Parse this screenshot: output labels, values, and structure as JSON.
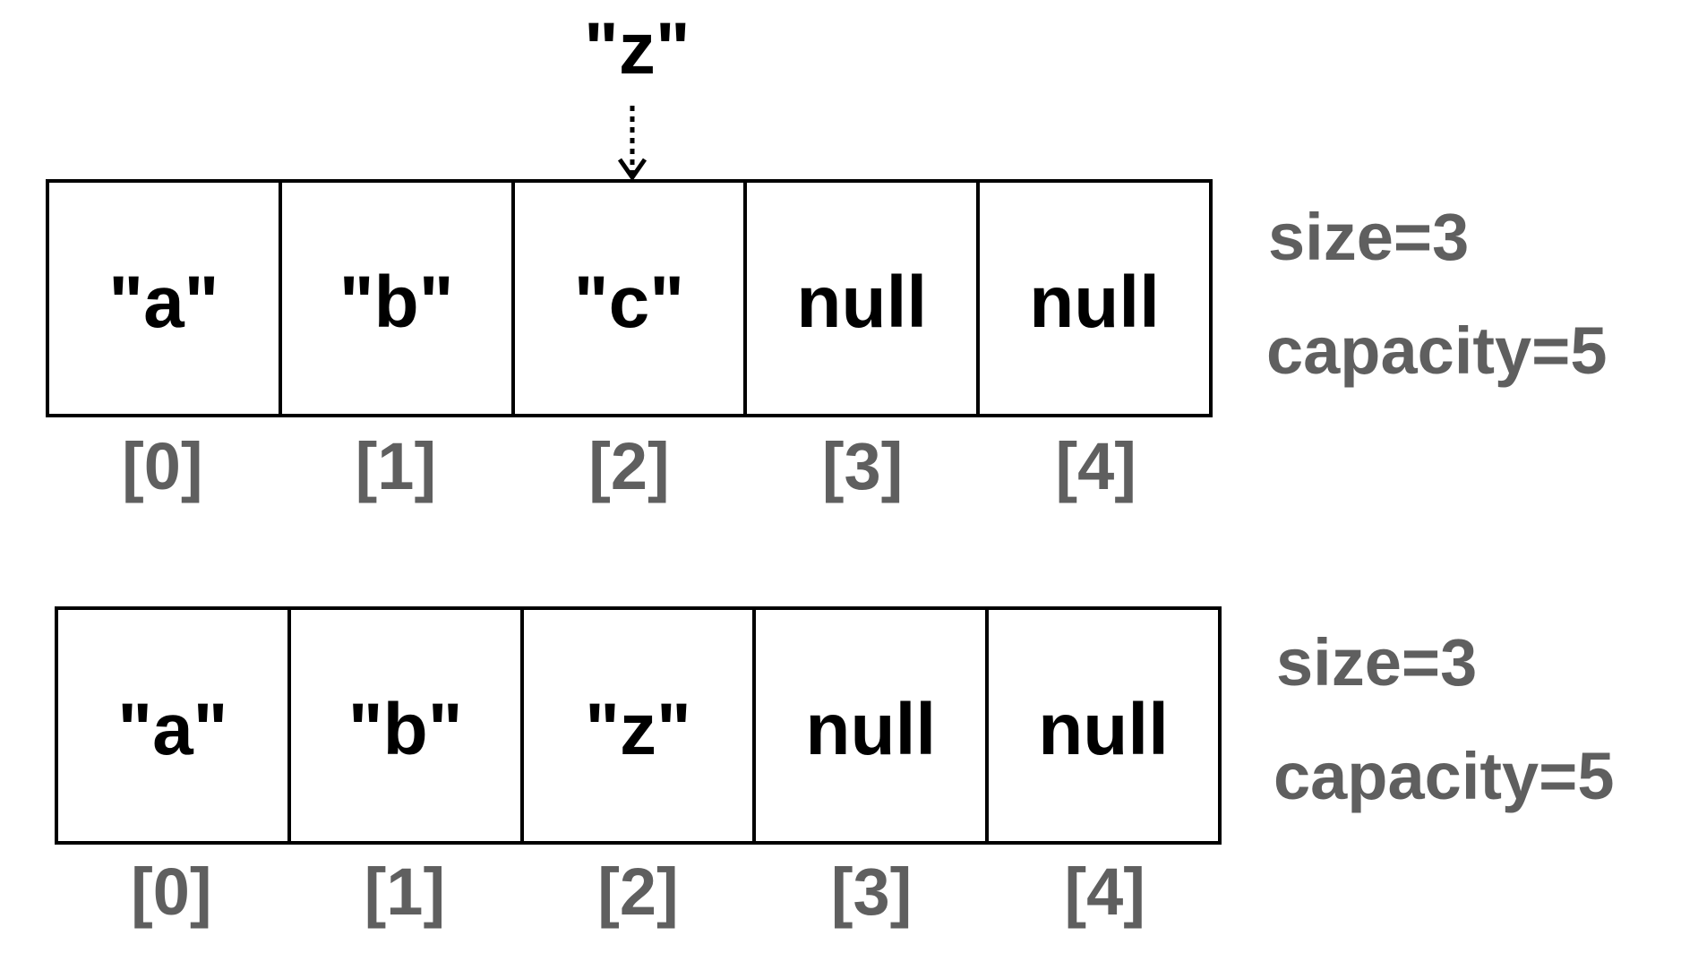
{
  "insert": {
    "value": "\"z\""
  },
  "before": {
    "cells": [
      "\"a\"",
      "\"b\"",
      "\"c\"",
      "null",
      "null"
    ],
    "indices": [
      "[0]",
      "[1]",
      "[2]",
      "[3]",
      "[4]"
    ],
    "size_label": "size=3",
    "capacity_label": "capacity=5"
  },
  "after": {
    "cells": [
      "\"a\"",
      "\"b\"",
      "\"z\"",
      "null",
      "null"
    ],
    "indices": [
      "[0]",
      "[1]",
      "[2]",
      "[3]",
      "[4]"
    ],
    "size_label": "size=3",
    "capacity_label": "capacity=5"
  }
}
